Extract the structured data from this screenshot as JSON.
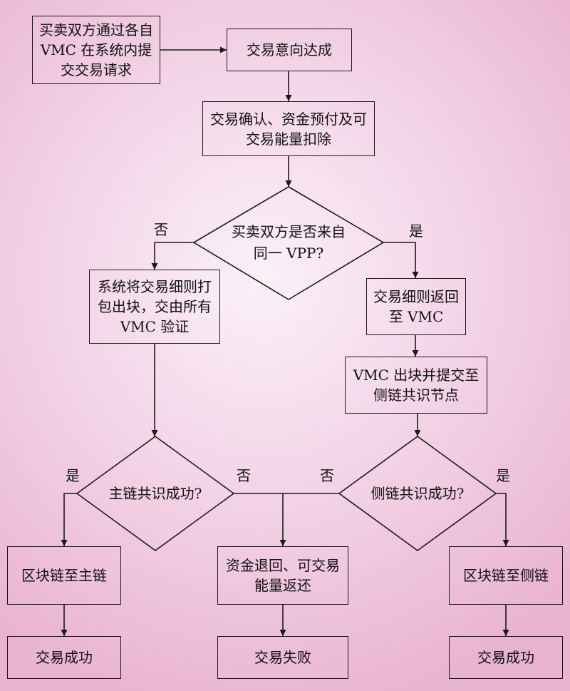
{
  "nodes": {
    "submit": "买卖双方通过各自 VMC 在系统内提交交易请求",
    "intent": "交易意向达成",
    "confirm": "交易确认、资金预付及可交易能量扣除",
    "same_vpp": "买卖双方是否来自同一 VPP?",
    "pack_all": "系统将交易细则打包出块，交由所有 VMC 验证",
    "return_vmc": "交易细则返回至 VMC",
    "vmc_block": "VMC 出块并提交至侧链共识节点",
    "main_consensus": "主链共识成功?",
    "side_consensus": "侧链共识成功?",
    "to_main": "区块链至主链",
    "refund": "资金退回、可交易能量返还",
    "to_side": "区块链至侧链",
    "success_left": "交易成功",
    "fail": "交易失败",
    "success_right": "交易成功"
  },
  "edge_labels": {
    "vpp_no": "否",
    "vpp_yes": "是",
    "main_yes": "是",
    "main_no": "否",
    "side_no": "否",
    "side_yes": "是"
  },
  "colors": {
    "background_center": "#fbf1f7",
    "background_edge": "#e9b3d2",
    "line": "#1a1a1a"
  }
}
